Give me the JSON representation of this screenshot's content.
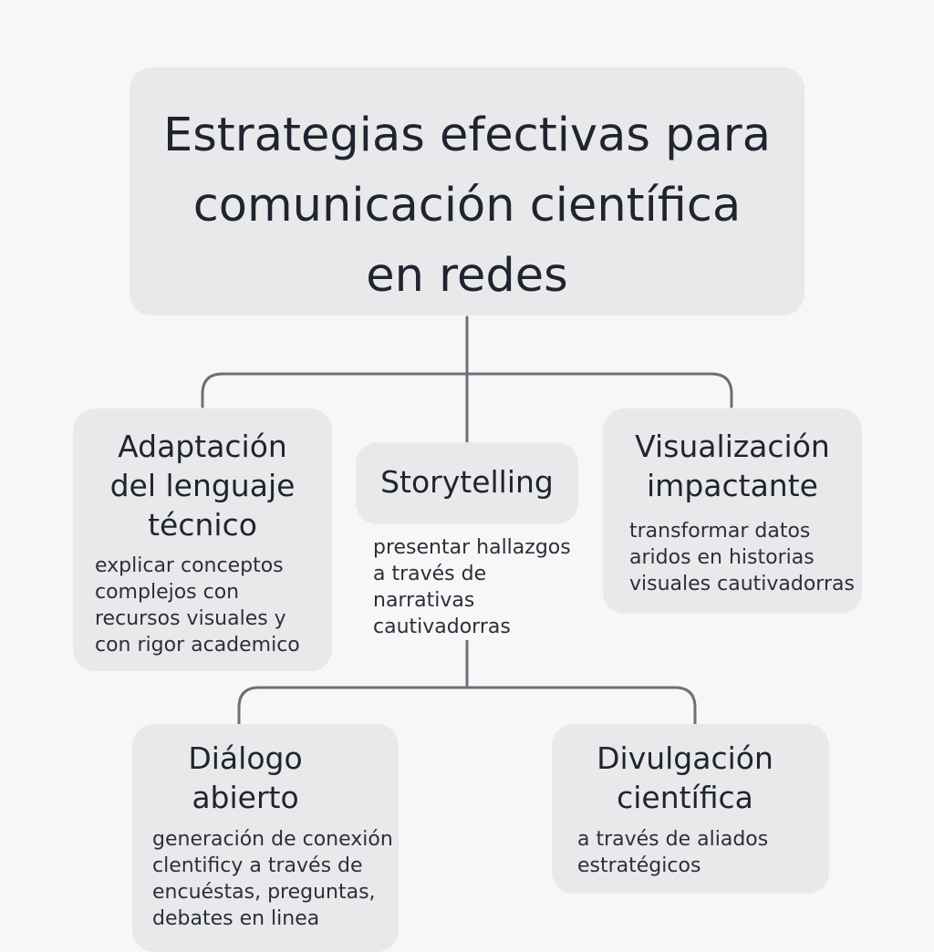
{
  "title": "Estrategias efectivas para\ncomunicación científica\nen redes",
  "nodes": {
    "adaptacion": {
      "heading": "Adaptación\ndel lenguaje\ntécnico",
      "text": "explicar conceptos\ncomplejos con\nrecursos visuales y\ncon rigor academico"
    },
    "storytelling": {
      "heading": "Storytelling",
      "text": "presentar hallazgos\na través de\nnarrativas\ncautivadorras"
    },
    "visualizacion": {
      "heading": "Visualización\nimpactante",
      "text": "transformar datos\naridos en historias\nvisuales cautivadorras"
    },
    "dialogo": {
      "heading": "Diálogo\nabierto",
      "text": "generación de conexión\nclentificy a través de\nencuéstas, preguntas,\ndebates en linea"
    },
    "divulgacion": {
      "heading": "Divulgación\ncientífica",
      "text": "a través de aliados\nestratégicos"
    }
  },
  "colors": {
    "background": "#f7f7f7",
    "box": "#e9e9eb",
    "text": "#1e2530",
    "connector": "#6b7079"
  }
}
